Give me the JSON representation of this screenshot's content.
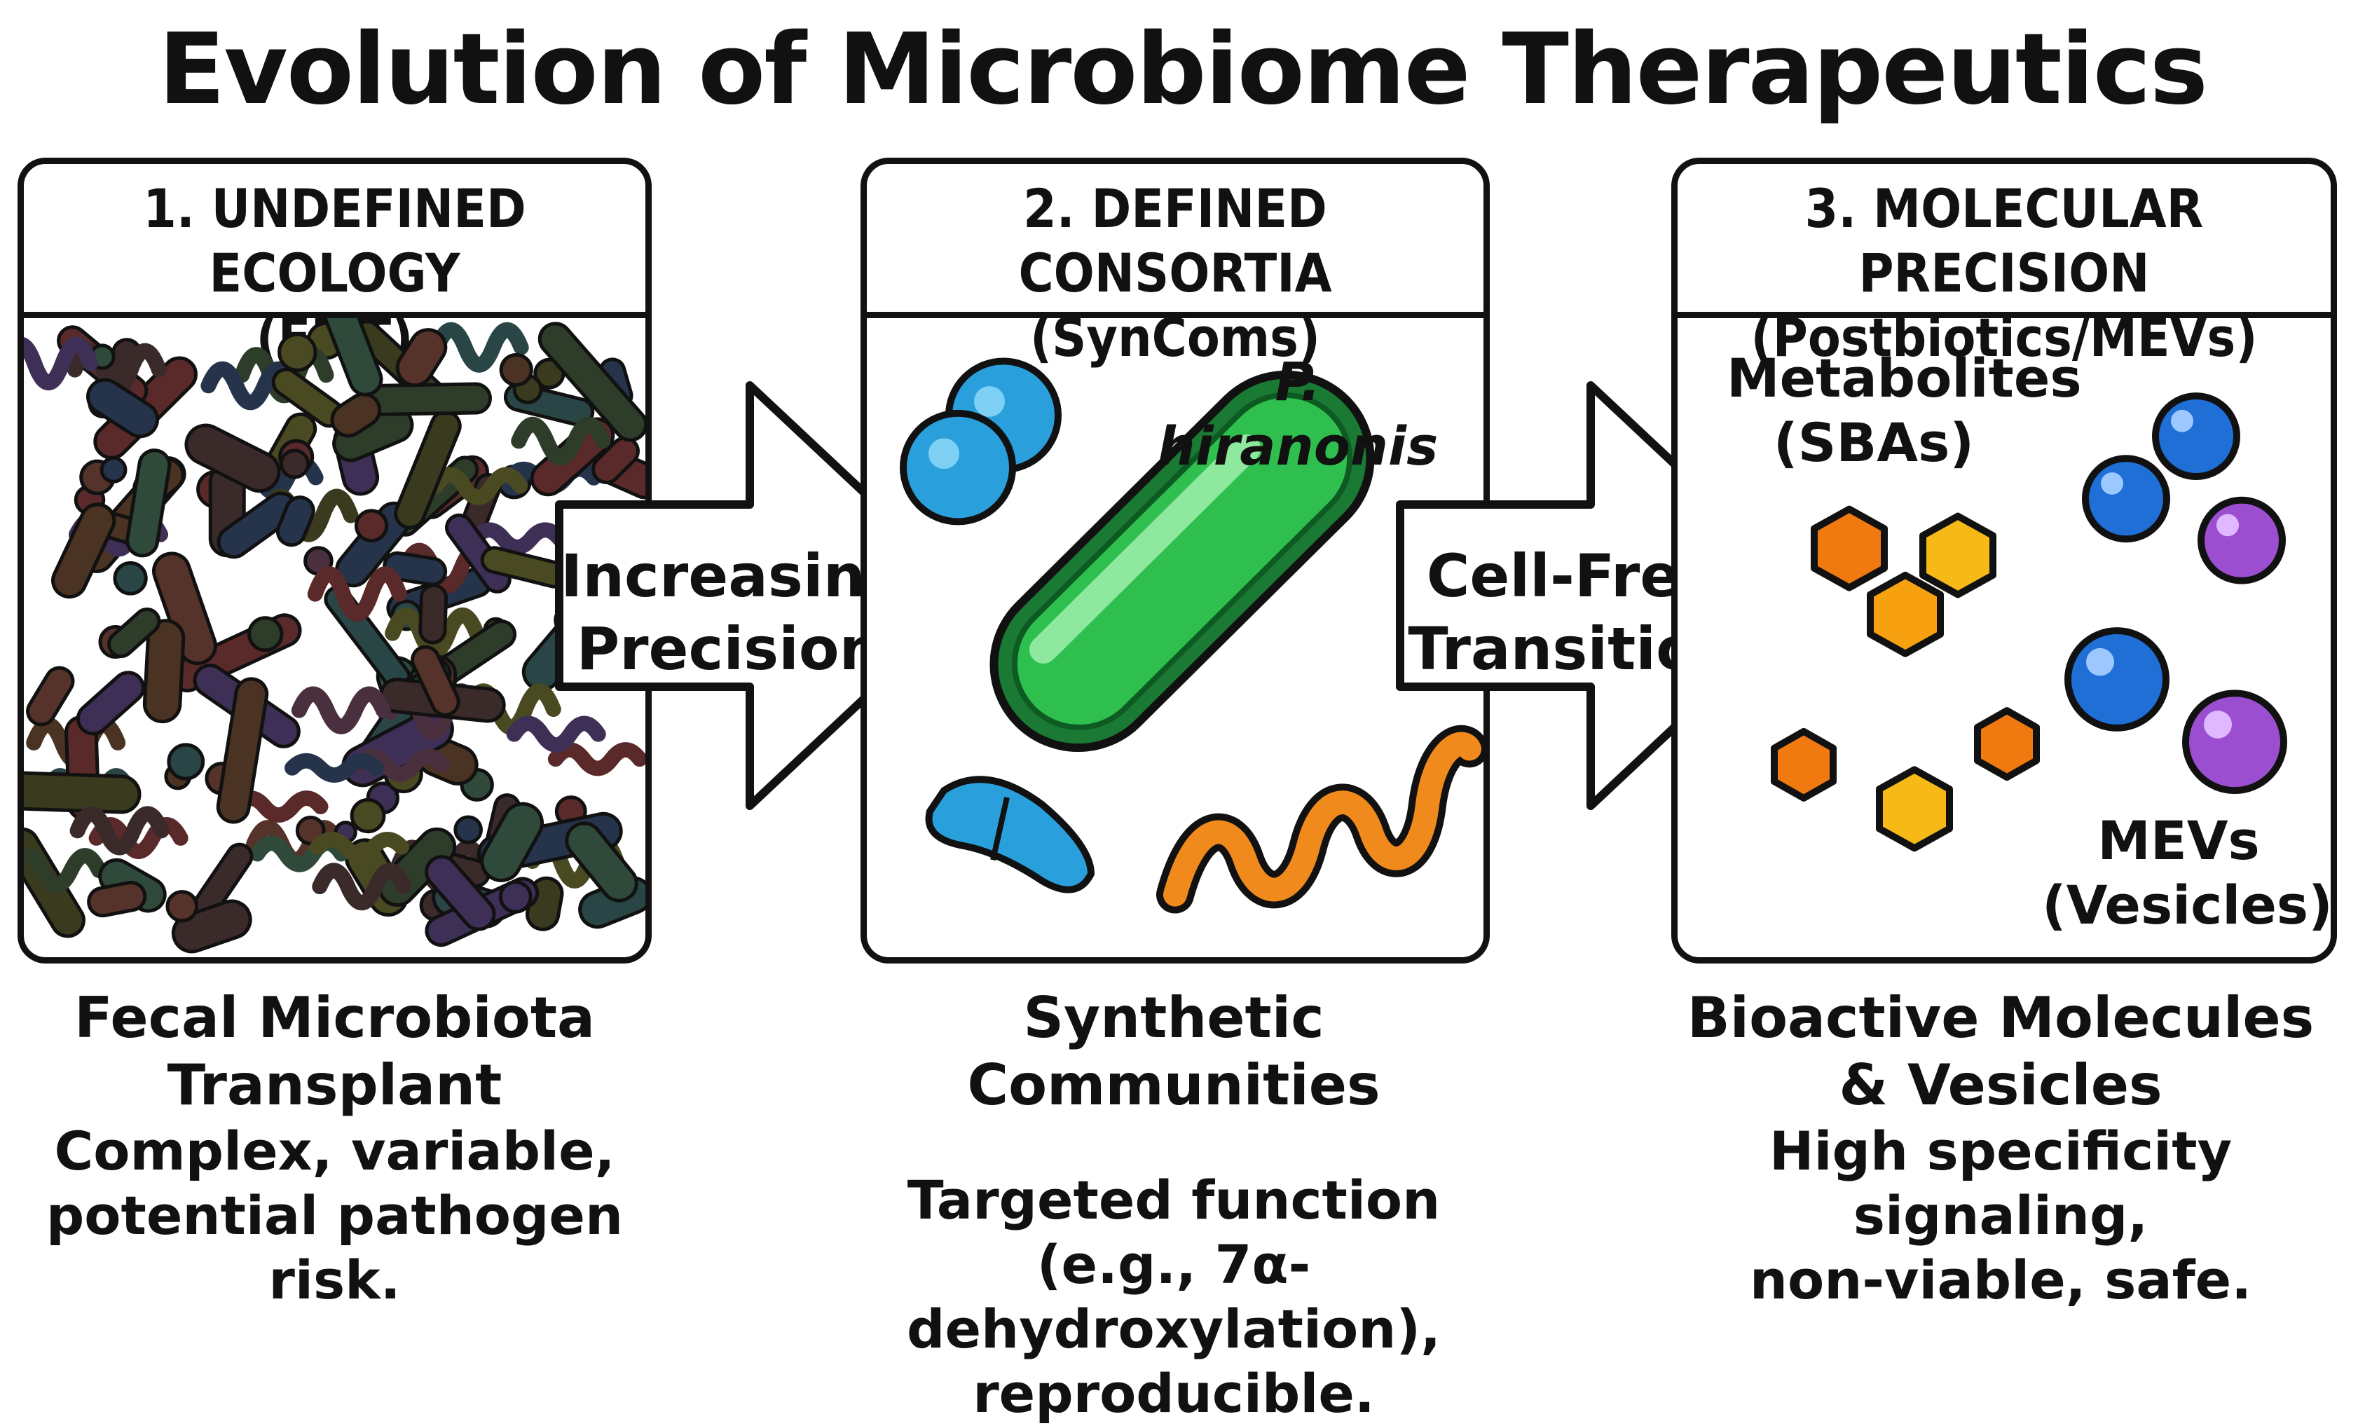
{
  "title": "Evolution of Microbiome Therapeutics",
  "panels": [
    {
      "header_line1": "1. UNDEFINED ECOLOGY",
      "header_line2": "(FMT)",
      "caption_title_line1": "Fecal Microbiota",
      "caption_title_line2": "Transplant",
      "caption_desc_line1": "Complex, variable,",
      "caption_desc_line2": "potential pathogen risk."
    },
    {
      "header_line1": "2. DEFINED CONSORTIA",
      "header_line2": "(SynComs)",
      "species_label": "P. hiranonis",
      "caption_title_line1": "Synthetic Communities",
      "caption_desc_line1": "Targeted function",
      "caption_desc_line2": "(e.g., 7α-dehydroxylation),",
      "caption_desc_line3": "reproducible."
    },
    {
      "header_line1": "3. MOLECULAR PRECISION",
      "header_line2": "(Postbiotics/MEVs)",
      "metabolites_line1": "Metabolites",
      "metabolites_line2": "(SBAs)",
      "mevs_line1": "MEVs",
      "mevs_line2": "(Vesicles)",
      "caption_title_line1": "Bioactive Molecules",
      "caption_title_line2": "& Vesicles",
      "caption_desc_line1": "High specificity signaling,",
      "caption_desc_line2": "non-viable, safe."
    }
  ],
  "arrows": [
    {
      "line1": "Increasing",
      "line2": "Precision"
    },
    {
      "line1": "Cell-Free",
      "line2": "Transition"
    }
  ],
  "colors": {
    "outline": "#111111",
    "bacterium_green": "#27a844",
    "bacterium_blue": "#29a0dc",
    "spirillum_orange": "#f08a1c",
    "hex_orange": "#f07a10",
    "hex_yellow": "#f7b915",
    "vesicle_blue": "#1f6fd6",
    "vesicle_purple": "#9b4fd0"
  }
}
